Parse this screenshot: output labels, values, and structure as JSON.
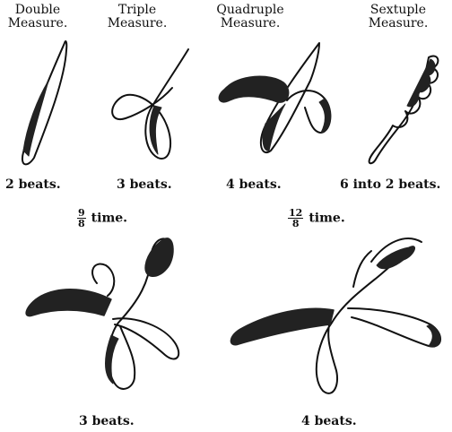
{
  "headers": [
    {
      "line1": "Double",
      "line2": "Measure."
    },
    {
      "line1": "Triple",
      "line2": "Measure."
    },
    {
      "line1": "Quadruple",
      "line2": "Measure."
    },
    {
      "line1": "Sextuple",
      "line2": "Measure."
    }
  ],
  "captions": [
    "2 beats.",
    "3 beats.",
    "4 beats.",
    "6 into 2 beats."
  ],
  "time_sigs": [
    {
      "num": "9",
      "den": "8",
      "label": "time."
    },
    {
      "num": "12",
      "den": "8",
      "label": "time."
    }
  ],
  "lower_captions": [
    "3 beats.",
    "4 beats."
  ]
}
